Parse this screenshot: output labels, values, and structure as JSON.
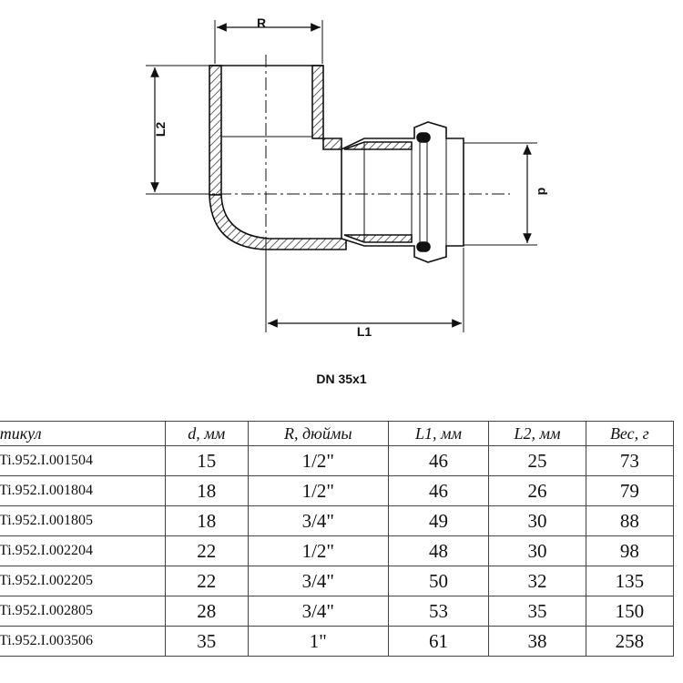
{
  "drawing": {
    "dims": {
      "R": "R",
      "L1": "L1",
      "L2": "L2",
      "d": "d"
    }
  },
  "caption": "DN 35x1",
  "table": {
    "headers": [
      "ртикул",
      "d, мм",
      "R, дюймы",
      "L1, мм",
      "L2, мм",
      "Вес, г"
    ],
    "rows": [
      [
        "Ti.952.I.001504",
        "15",
        "1/2\"",
        "46",
        "25",
        "73"
      ],
      [
        "Ti.952.I.001804",
        "18",
        "1/2\"",
        "46",
        "26",
        "79"
      ],
      [
        "Ti.952.I.001805",
        "18",
        "3/4\"",
        "49",
        "30",
        "88"
      ],
      [
        "Ti.952.I.002204",
        "22",
        "1/2\"",
        "48",
        "30",
        "98"
      ],
      [
        "Ti.952.I.002205",
        "22",
        "3/4\"",
        "50",
        "32",
        "135"
      ],
      [
        "Ti.952.I.002805",
        "28",
        "3/4\"",
        "53",
        "35",
        "150"
      ],
      [
        "Ti.952.I.003506",
        "35",
        "1\"",
        "61",
        "38",
        "258"
      ]
    ]
  }
}
